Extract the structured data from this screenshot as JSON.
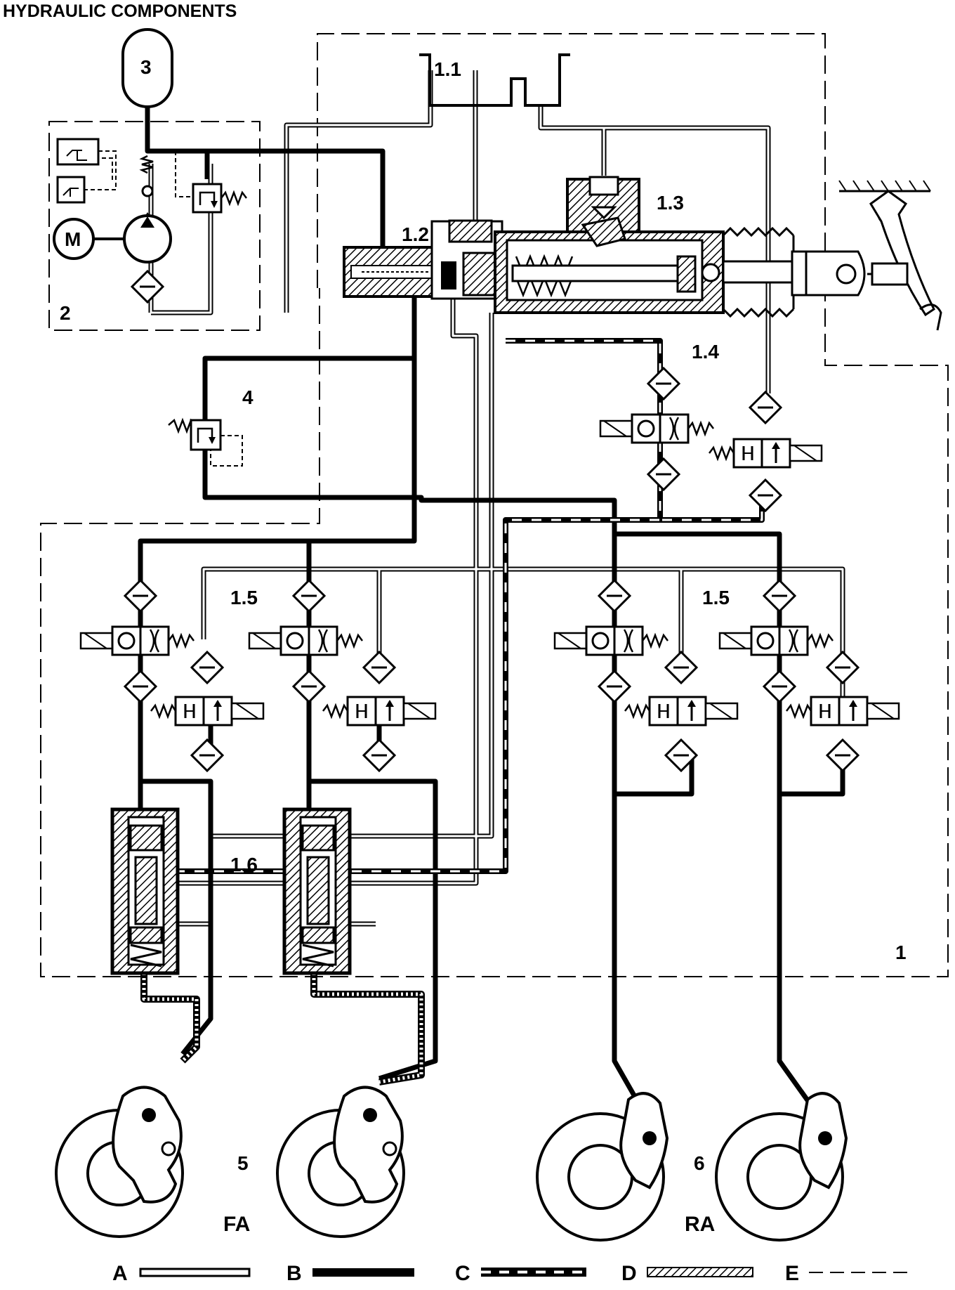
{
  "title": "HYDRAULIC COMPONENTS",
  "labels": {
    "n1": "1",
    "n1_1": "1.1",
    "n1_2": "1.2",
    "n1_3": "1.3",
    "n1_4": "1.4",
    "n1_5_left": "1.5",
    "n1_5_right": "1.5",
    "n1_6": "1.6",
    "n2": "2",
    "n3": "3",
    "n4": "4",
    "n5": "5",
    "n6": "6",
    "motor": "M",
    "front_axle": "FA",
    "rear_axle": "RA"
  },
  "legend": [
    {
      "key": "A",
      "line_style": "double-hollow"
    },
    {
      "key": "B",
      "line_style": "thick-solid"
    },
    {
      "key": "C",
      "line_style": "thick-dashed"
    },
    {
      "key": "D",
      "line_style": "hatched"
    },
    {
      "key": "E",
      "line_style": "thin-dashed"
    }
  ],
  "colors": {
    "ink": "#000000",
    "paper": "#ffffff"
  }
}
